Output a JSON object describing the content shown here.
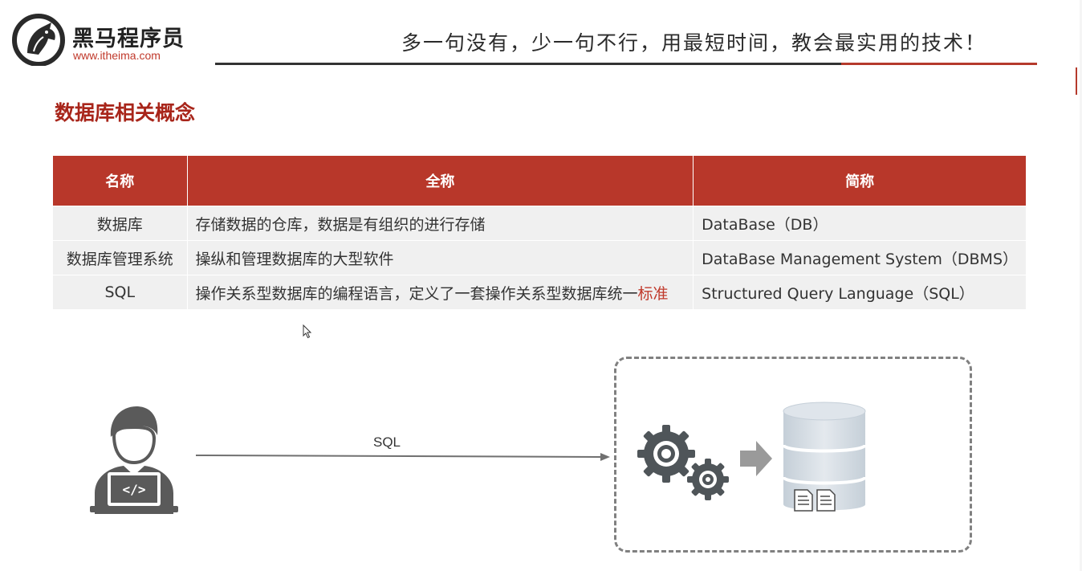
{
  "header": {
    "logo_name": "黑马程序员",
    "logo_url": "www.itheima.com",
    "slogan": "多一句没有，少一句不行，用最短时间，教会最实用的技术！"
  },
  "section_title": "数据库相关概念",
  "table": {
    "headers": [
      "名称",
      "全称",
      "简称"
    ],
    "rows": [
      {
        "name": "数据库",
        "full": "存储数据的仓库，数据是有组织的进行存储",
        "abbr": "DataBase（DB）"
      },
      {
        "name": "数据库管理系统",
        "full": "操纵和管理数据库的大型软件",
        "abbr": "DataBase Management System（DBMS）"
      },
      {
        "name": "SQL",
        "full": "操作关系型数据库的编程语言，定义了一套操作关系型数据库统一",
        "full_highlight": "标准",
        "abbr": "Structured Query Language（SQL）"
      }
    ]
  },
  "diagram": {
    "arrow_label": "SQL"
  },
  "colors": {
    "brand_red": "#b8372a",
    "title_red": "#a8251a",
    "header_line": "#333333",
    "row_bg": "#f0f0f0",
    "icon_gray": "#5a5a5a"
  },
  "icons": {
    "logo": "horse-logo-icon",
    "user": "developer-laptop-icon",
    "gears": "gears-icon",
    "arrow": "arrow-right-icon",
    "database": "database-icon",
    "cursor": "mouse-cursor-icon"
  }
}
